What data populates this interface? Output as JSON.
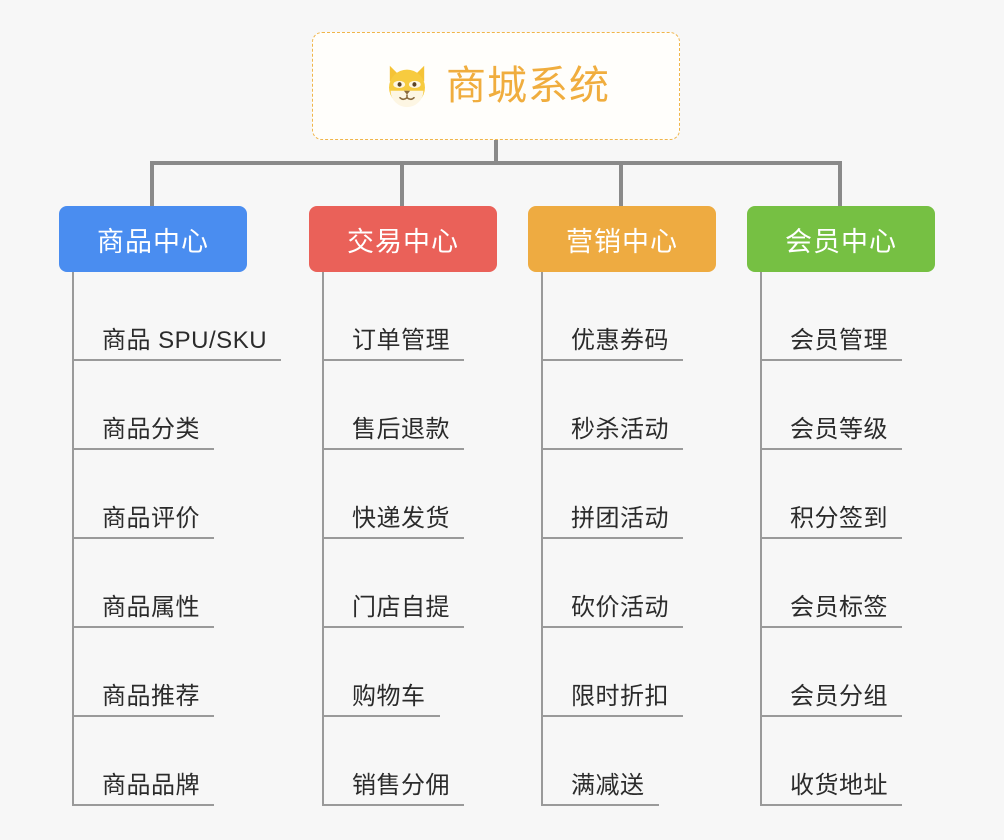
{
  "root": {
    "title": "商城系统",
    "icon": "shiba-dog-face-icon",
    "border_color": "#f0b54a",
    "text_color": "#f0ad3e",
    "background": "#fffefb"
  },
  "canvas": {
    "background": "#f7f7f7",
    "connector_color": "#8a8a8a"
  },
  "columns": [
    {
      "id": "product-center",
      "label": "商品中心",
      "color": "#4a8df0",
      "items": [
        "商品 SPU/SKU",
        "商品分类",
        "商品评价",
        "商品属性",
        "商品推荐",
        "商品品牌"
      ]
    },
    {
      "id": "trade-center",
      "label": "交易中心",
      "color": "#ea6159",
      "items": [
        "订单管理",
        "售后退款",
        "快递发货",
        "门店自提",
        "购物车",
        "销售分佣"
      ]
    },
    {
      "id": "marketing-center",
      "label": "营销中心",
      "color": "#eeab41",
      "items": [
        "优惠券码",
        "秒杀活动",
        "拼团活动",
        "砍价活动",
        "限时折扣",
        "满减送"
      ]
    },
    {
      "id": "member-center",
      "label": "会员中心",
      "color": "#76c043",
      "items": [
        "会员管理",
        "会员等级",
        "积分签到",
        "会员标签",
        "会员分组",
        "收货地址"
      ]
    }
  ]
}
